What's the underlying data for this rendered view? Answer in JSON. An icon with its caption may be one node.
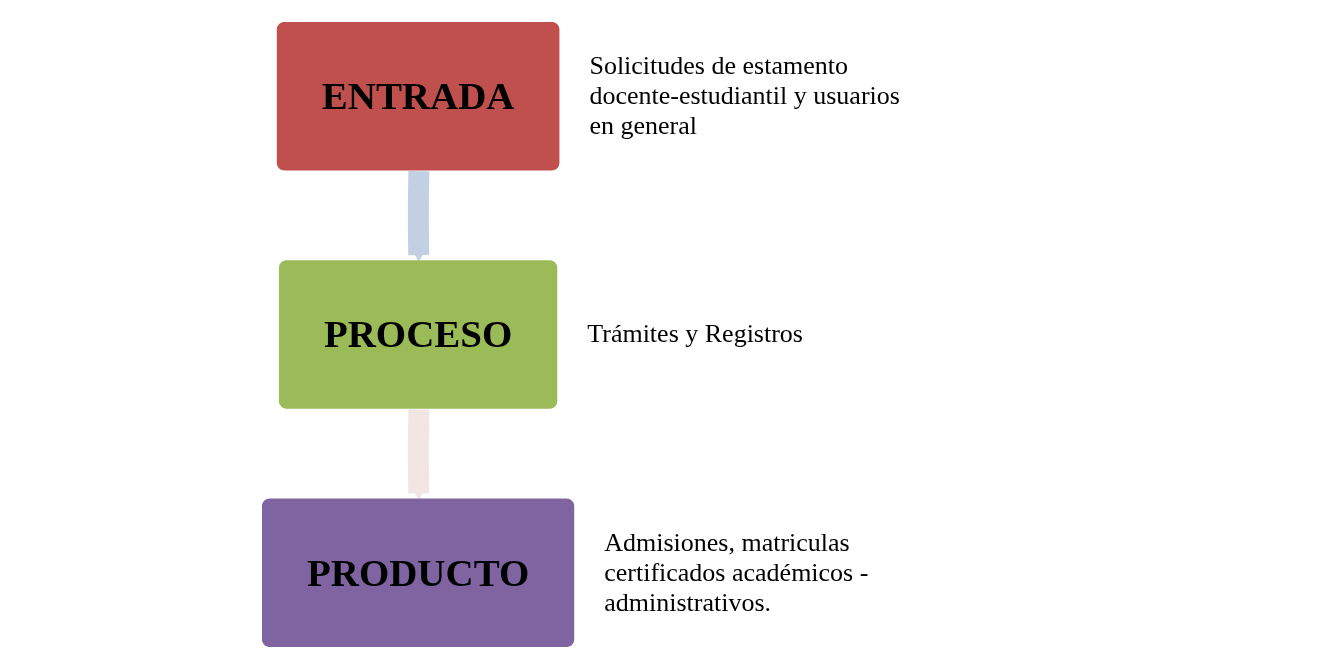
{
  "diagram": {
    "nodes": [
      {
        "text": [
          "ENTRADA"
        ],
        "beside": [
          "Solicitudes de estamento docente-estudiantil y usuarios en general"
        ]
      },
      {
        "text": [
          "PROCESO"
        ],
        "beside": [
          "Trámites y Registros"
        ]
      },
      {
        "text": [
          "PRODUCTO"
        ],
        "beside": [
          "Admisiones, matriculas certificados académicos - administrativos."
        ]
      }
    ],
    "edges": [
      {
        "from": 0,
        "to": 1,
        "arrow": "to",
        "color": "#c3cfe2"
      },
      {
        "from": 1,
        "to": 2,
        "arrow": "to",
        "color": "#f2e6e4"
      }
    ]
  }
}
